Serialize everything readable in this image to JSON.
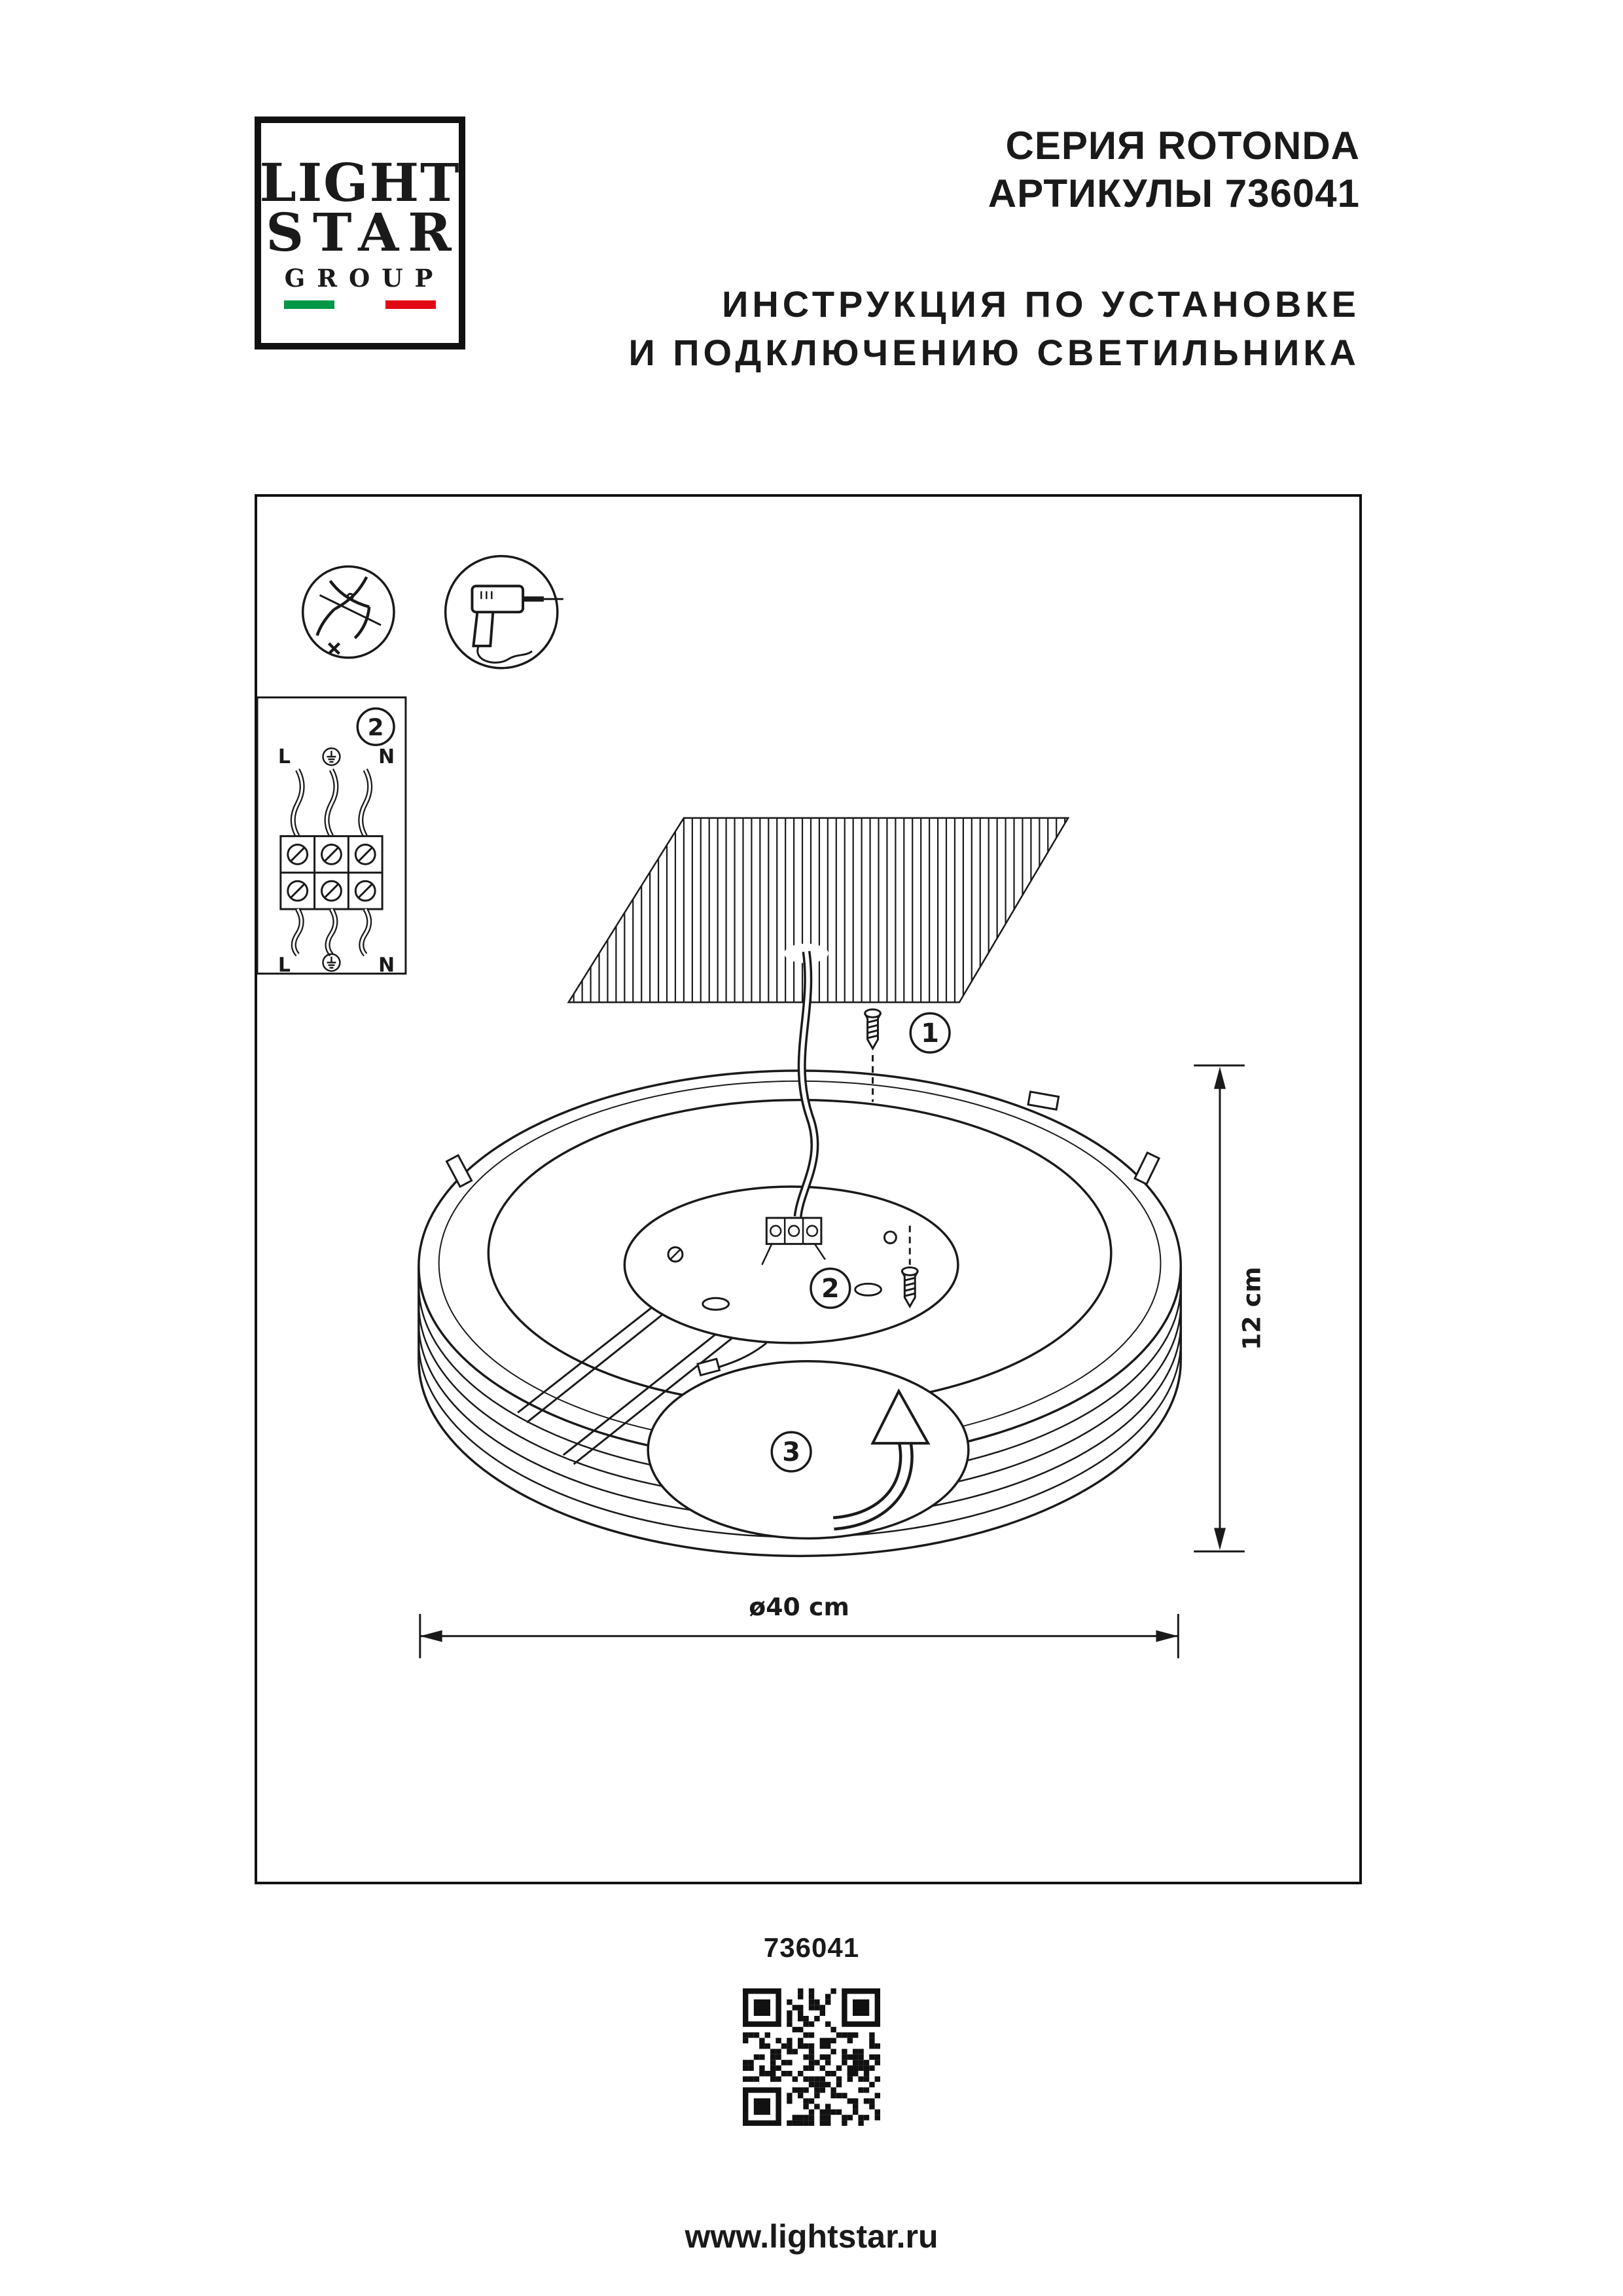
{
  "logo": {
    "line1": "LIGHT",
    "line2": "STAR",
    "line3": "GROUP",
    "flag_green": "#009846",
    "flag_white": "#ffffff",
    "flag_red": "#e30613"
  },
  "header": {
    "series": "СЕРИЯ ROTONDA",
    "articles": "АРТИКУЛЫ 736041",
    "title_line1": "ИНСТРУКЦИЯ ПО УСТАНОВКЕ",
    "title_line2": "И ПОДКЛЮЧЕНИЮ СВЕТИЛЬНИКА"
  },
  "diagram": {
    "icons": [
      {
        "name": "wire-strip-icon"
      },
      {
        "name": "drill-icon"
      }
    ],
    "wiring": {
      "step": "2",
      "top_left": "L",
      "top_right": "N",
      "bottom_left": "L",
      "bottom_right": "N"
    },
    "steps": {
      "step1": "1",
      "step2": "2",
      "step3": "3"
    },
    "dimensions": {
      "height": "12 cm",
      "diameter": "ø40 cm"
    }
  },
  "footer": {
    "article": "736041",
    "website": "www.lightstar.ru"
  }
}
